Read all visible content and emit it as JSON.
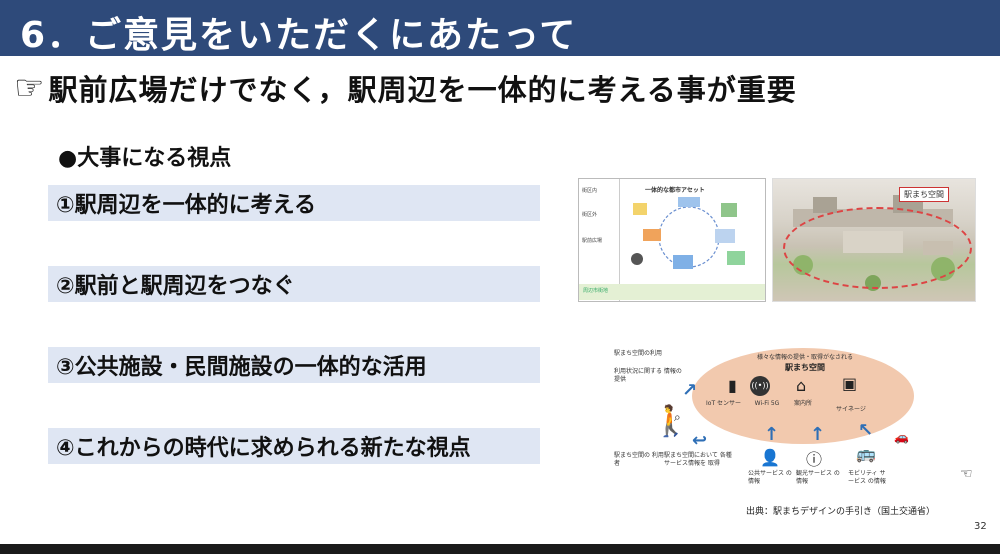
{
  "slide": {
    "title": "6．ご意見をいただくにあたって",
    "subtitle_icon": "☞",
    "subtitle": "駅前広場だけでなく，駅周辺を一体的に考える事が重要",
    "points_heading": "●大事になる視点",
    "points": [
      "①駅周辺を一体的に考える",
      "②駅前と駅周辺をつなぐ",
      "③公共施設・民間施設の一体的な活用",
      "④これからの時代に求められる新たな視点"
    ],
    "citation": "出典：駅まちデザインの手引き（国土交通省）",
    "page_number": "32"
  },
  "diagram1": {
    "title": "一体的な都市アセット",
    "row_labels": [
      "街区内",
      "街区外",
      "駅前広場",
      "周辺市街地"
    ]
  },
  "photo1": {
    "label": "駅まち空間"
  },
  "diagram2": {
    "top_text": "様々な情報の提供・取得がなされる",
    "title": "駅まち空間",
    "left_top": "駅まち空間の利用",
    "left_info": "利用状況に関する 情報の提供",
    "user_label": "駅まち空間の 利用者",
    "user_desc": "駅まち空間において 各種サービス情報を 取得",
    "iot_label": "IoT センサー",
    "wifi_label": "Wi-Fi 5G",
    "guide_label": "案内所",
    "signage_label": "サイネージ",
    "public_info": "公共サービス の情報",
    "tourism_info": "観光サービス の情報",
    "mobility_info": "モビリティ サービス の情報"
  },
  "icons": {
    "hand": "pointing-hand-icon",
    "cursor": "hand-cursor-icon"
  }
}
